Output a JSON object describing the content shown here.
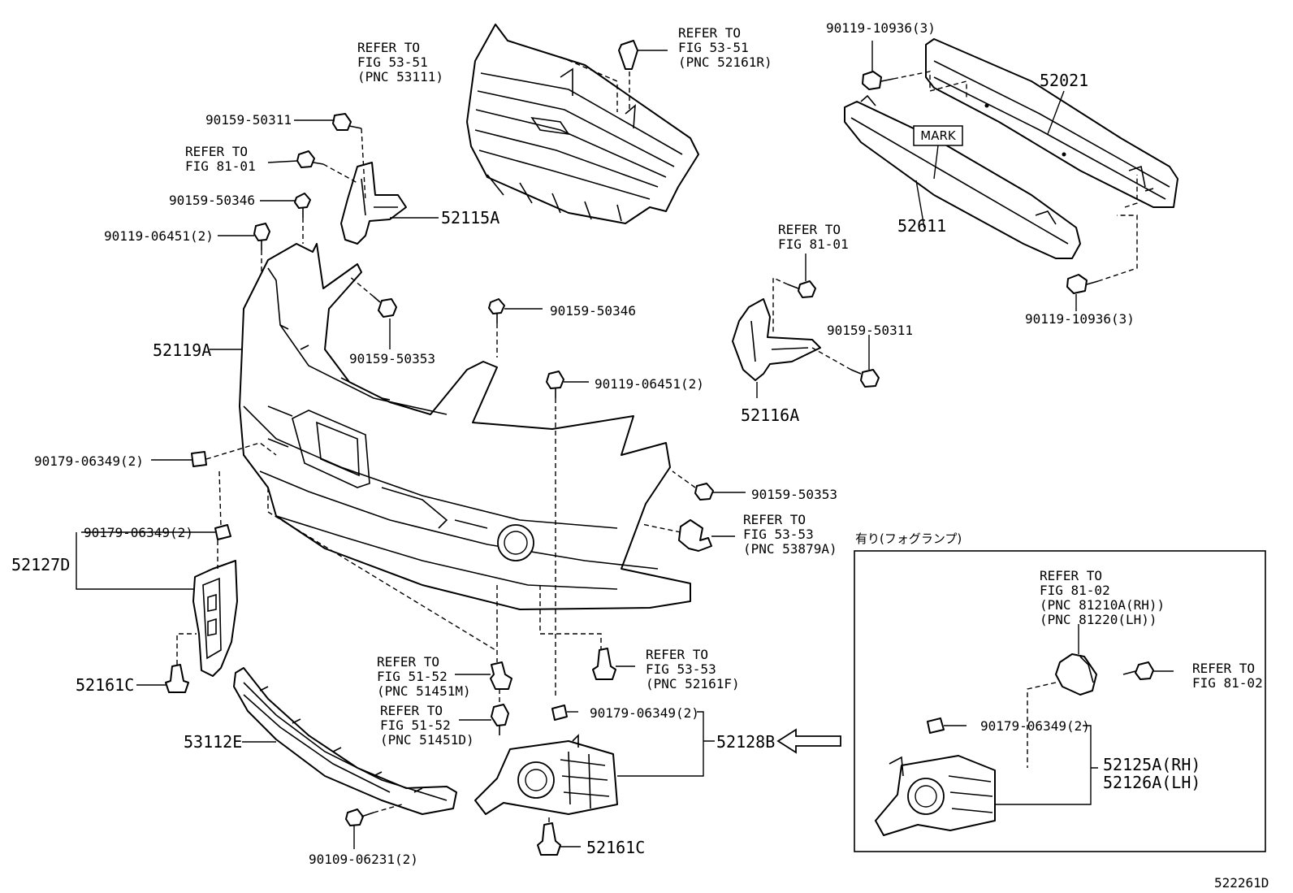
{
  "diagram_id": "522261D",
  "fog_lamp_caption": "有り(フォグランプ)",
  "mark_label": "MARK",
  "labels": [
    {
      "key": "refer_grille",
      "lines": [
        "REFER TO",
        "FIG 53-51",
        "(PNC 53111)"
      ]
    },
    {
      "key": "refer_clip_r",
      "lines": [
        "REFER TO",
        "FIG 53-51",
        "(PNC 52161R)"
      ]
    },
    {
      "key": "p_90119_10936_top",
      "lines": [
        "90119-10936(3)"
      ]
    },
    {
      "key": "p_52021",
      "lines": [
        "52021"
      ]
    },
    {
      "key": "p_90159_50311_l",
      "lines": [
        "90159-50311"
      ]
    },
    {
      "key": "refer_81_01_l",
      "lines": [
        "REFER TO",
        "FIG 81-01"
      ]
    },
    {
      "key": "p_90159_50346_l",
      "lines": [
        "90159-50346"
      ]
    },
    {
      "key": "p_52115A",
      "lines": [
        "52115A"
      ]
    },
    {
      "key": "p_90119_06451_l",
      "lines": [
        "90119-06451(2)"
      ]
    },
    {
      "key": "p_52611",
      "lines": [
        "52611"
      ]
    },
    {
      "key": "refer_81_01_r",
      "lines": [
        "REFER TO",
        "FIG 81-01"
      ]
    },
    {
      "key": "p_90119_10936_bot",
      "lines": [
        "90119-10936(3)"
      ]
    },
    {
      "key": "p_90159_50346_c",
      "lines": [
        "90159-50346"
      ]
    },
    {
      "key": "p_52119A",
      "lines": [
        "52119A"
      ]
    },
    {
      "key": "p_90159_50353_l",
      "lines": [
        "90159-50353"
      ]
    },
    {
      "key": "p_90159_50311_r",
      "lines": [
        "90159-50311"
      ]
    },
    {
      "key": "p_90119_06451_c",
      "lines": [
        "90119-06451(2)"
      ]
    },
    {
      "key": "p_52116A",
      "lines": [
        "52116A"
      ]
    },
    {
      "key": "p_90179_06349_a",
      "lines": [
        "90179-06349(2)"
      ]
    },
    {
      "key": "p_90159_50353_r",
      "lines": [
        "90159-50353"
      ]
    },
    {
      "key": "refer_53879A",
      "lines": [
        "REFER TO",
        "FIG 53-53",
        "(PNC 53879A)"
      ]
    },
    {
      "key": "p_90179_06349_b",
      "lines": [
        "90179-06349(2)"
      ]
    },
    {
      "key": "p_52127D",
      "lines": [
        "52127D"
      ]
    },
    {
      "key": "refer_fog",
      "lines": [
        "REFER TO",
        "FIG 81-02",
        "(PNC 81210A(RH))",
        "(PNC 81220(LH))"
      ]
    },
    {
      "key": "refer_81_02",
      "lines": [
        "REFER TO",
        "FIG 81-02"
      ]
    },
    {
      "key": "refer_51451M",
      "lines": [
        "REFER TO",
        "FIG 51-52",
        "(PNC 51451M)"
      ]
    },
    {
      "key": "refer_52161F",
      "lines": [
        "REFER TO",
        "FIG 53-53",
        "(PNC 52161F)"
      ]
    },
    {
      "key": "p_52161C_l",
      "lines": [
        "52161C"
      ]
    },
    {
      "key": "refer_51451D",
      "lines": [
        "REFER TO",
        "FIG 51-52",
        "(PNC 51451D)"
      ]
    },
    {
      "key": "p_90179_06349_c",
      "lines": [
        "90179-06349(2)"
      ]
    },
    {
      "key": "p_52128B",
      "lines": [
        "52128B"
      ]
    },
    {
      "key": "p_53112E",
      "lines": [
        "53112E"
      ]
    },
    {
      "key": "p_90179_06349_d",
      "lines": [
        "90179-06349(2)"
      ]
    },
    {
      "key": "p_52125A",
      "lines": [
        "52125A(RH)",
        "52126A(LH)"
      ]
    },
    {
      "key": "p_90109_06231",
      "lines": [
        "90109-06231(2)"
      ]
    },
    {
      "key": "p_52161C_b",
      "lines": [
        "52161C"
      ]
    }
  ]
}
